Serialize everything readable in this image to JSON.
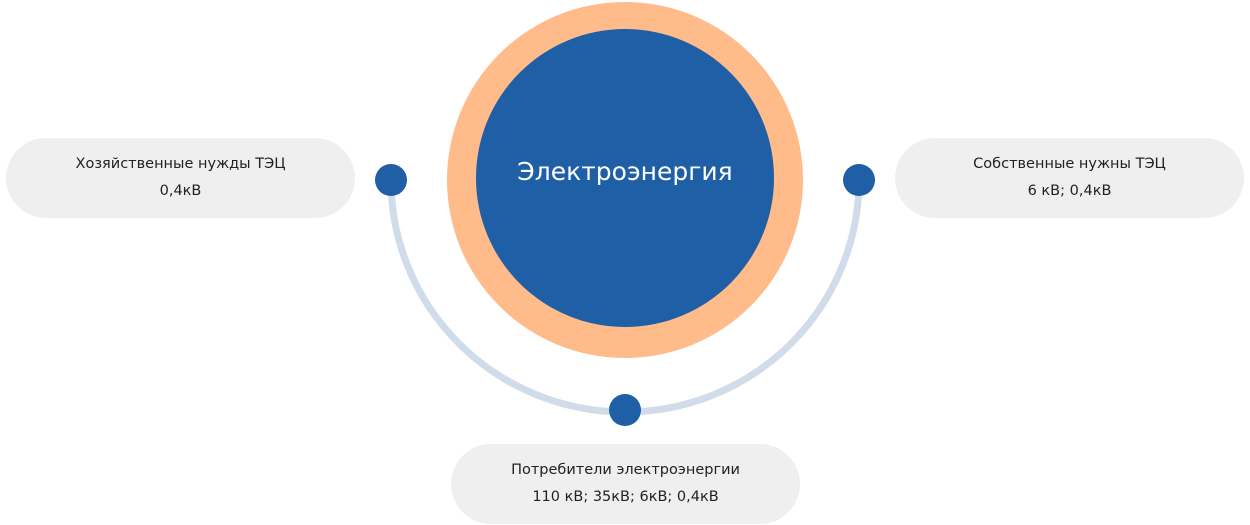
{
  "center": {
    "label": "Электроэнергия"
  },
  "nodes": [
    {
      "title": "Хозяйственные нужды ТЭЦ",
      "value": "0,4кВ"
    },
    {
      "title": "Собственные нужны ТЭЦ",
      "value": "6 кВ; 0,4кВ"
    },
    {
      "title": "Потребители электроэнергии",
      "value": "110 кВ; 35кВ; 6кВ; 0,4кВ"
    }
  ],
  "colors": {
    "primary": "#1f5fa6",
    "ring": "#ffbb8a",
    "arc": "#d0dcea",
    "pill": "#efefef"
  }
}
